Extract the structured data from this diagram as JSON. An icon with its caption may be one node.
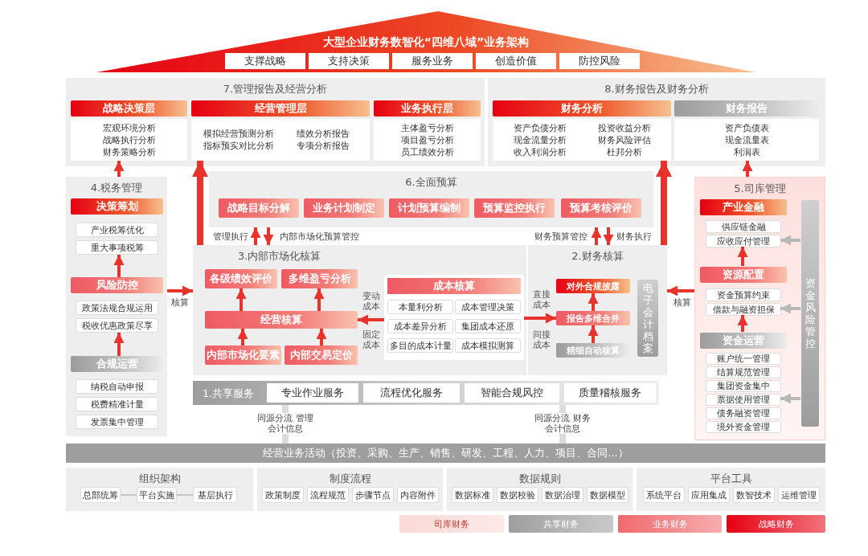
{
  "diagram": {
    "nodes": [
      {
        "text": [
          "大型企业财务数智化“四维八域”业务架构"
        ]
      },
      {
        "text": [
          "支撑战略"
        ],
        "in": 0
      },
      {
        "text": [
          "支持决策"
        ],
        "in": 0
      },
      {
        "text": [
          "服务业务"
        ],
        "in": 0
      },
      {
        "text": [
          "创造价值"
        ],
        "in": 0
      },
      {
        "text": [
          "防控风险"
        ],
        "in": 0
      },
      {
        "text": [
          "7.管理报告及经营分析"
        ]
      },
      {
        "text": [
          "战略决策层"
        ],
        "in": 6
      },
      {
        "text": [
          "宏观环境分析",
          "战略执行分析",
          "财务策略分析"
        ],
        "in": 6
      },
      {
        "text": [
          "经营管理层"
        ],
        "in": 6
      },
      {
        "text": [
          "模拟经营预测分析",
          "绩效分析报告",
          "指标预实对比分析",
          "专项分析报告"
        ],
        "in": 6
      },
      {
        "text": [
          "业务执行层"
        ],
        "in": 6
      },
      {
        "text": [
          "主体盈亏分析",
          "项目盈亏分析",
          "员工绩效分析"
        ],
        "in": 6
      },
      {
        "text": [
          "8.财务报告及财务分析"
        ]
      },
      {
        "text": [
          "财务分析"
        ],
        "in": 13
      },
      {
        "text": [
          "资产负债分析",
          "投资收益分析",
          "现金流量分析",
          "财务风险评估",
          "收入利润分析",
          "杜邦分析"
        ],
        "in": 13
      },
      {
        "text": [
          "财务报告"
        ],
        "in": 13
      },
      {
        "text": [
          "资产负债表",
          "现金流量表",
          "利润表"
        ],
        "in": 13
      },
      {
        "text": [
          "4.税务管理"
        ]
      },
      {
        "text": [
          "决策筹划"
        ],
        "in": 18
      },
      {
        "text": [
          "产业税筹优化"
        ],
        "in": 18
      },
      {
        "text": [
          "重大事项税筹"
        ],
        "in": 18
      },
      {
        "text": [
          "风险防控"
        ],
        "in": 18
      },
      {
        "text": [
          "政策法规合规运用"
        ],
        "in": 18
      },
      {
        "text": [
          "税收优惠政策尽享"
        ],
        "in": 18
      },
      {
        "text": [
          "合规运营"
        ],
        "in": 18
      },
      {
        "text": [
          "纳税自动申报"
        ],
        "in": 18
      },
      {
        "text": [
          "税费精准计量"
        ],
        "in": 18
      },
      {
        "text": [
          "发票集中管理"
        ],
        "in": 18
      },
      {
        "text": [
          "6.全面预算"
        ]
      },
      {
        "text": [
          "战略目标分解"
        ],
        "in": 29
      },
      {
        "text": [
          "业务计划制定"
        ],
        "in": 29
      },
      {
        "text": [
          "计划预算编制"
        ],
        "in": 29
      },
      {
        "text": [
          "预算监控执行"
        ],
        "in": 29
      },
      {
        "text": [
          "预算考核评价"
        ],
        "in": 29
      },
      {
        "text": [
          "3.内部市场化核算"
        ]
      },
      {
        "text": [
          "各级绩效评价"
        ],
        "in": 35
      },
      {
        "text": [
          "多维盈亏分析"
        ],
        "in": 35
      },
      {
        "text": [
          "经营核算"
        ],
        "in": 35
      },
      {
        "text": [
          "内部市场化要素"
        ],
        "in": 35
      },
      {
        "text": [
          "内部交易定价"
        ],
        "in": 35
      },
      {
        "text": [
          "成本核算"
        ],
        "in": 35
      },
      {
        "text": [
          "本量利分析"
        ],
        "in": 41
      },
      {
        "text": [
          "成本管理决策"
        ],
        "in": 41
      },
      {
        "text": [
          "成本差异分析"
        ],
        "in": 41
      },
      {
        "text": [
          "集团成本还原"
        ],
        "in": 41
      },
      {
        "text": [
          "多目的成本计量"
        ],
        "in": 41
      },
      {
        "text": [
          "成本模拟测算"
        ],
        "in": 41
      },
      {
        "text": [
          "2.财务核算"
        ]
      },
      {
        "text": [
          "对外合规披露"
        ],
        "in": 48
      },
      {
        "text": [
          "报告多维合并"
        ],
        "in": 48
      },
      {
        "text": [
          "精细自动核算"
        ],
        "in": 48
      },
      {
        "text": [
          "电子会计档案"
        ],
        "in": 48
      },
      {
        "text": [
          "1.共享服务"
        ]
      },
      {
        "text": [
          "专业作业服务"
        ],
        "in": 53
      },
      {
        "text": [
          "流程优化服务"
        ],
        "in": 53
      },
      {
        "text": [
          "智能合规风控"
        ],
        "in": 53
      },
      {
        "text": [
          "质量稽核服务"
        ],
        "in": 53
      },
      {
        "text": [
          "5.司库管理"
        ]
      },
      {
        "text": [
          "产业金融"
        ],
        "in": 58
      },
      {
        "text": [
          "供应链金融"
        ],
        "in": 58
      },
      {
        "text": [
          "应收应付管理"
        ],
        "in": 58
      },
      {
        "text": [
          "资源配置"
        ],
        "in": 58
      },
      {
        "text": [
          "资金预算约束"
        ],
        "in": 58
      },
      {
        "text": [
          "借款与融资担保"
        ],
        "in": 58
      },
      {
        "text": [
          "资金运营"
        ],
        "in": 58
      },
      {
        "text": [
          "账户统一管理"
        ],
        "in": 58
      },
      {
        "text": [
          "结算规范管理"
        ],
        "in": 58
      },
      {
        "text": [
          "集团资金集中"
        ],
        "in": 58
      },
      {
        "text": [
          "票据使用管理"
        ],
        "in": 58
      },
      {
        "text": [
          "债务融资管理"
        ],
        "in": 58
      },
      {
        "text": [
          "境外资金管理"
        ],
        "in": 58
      },
      {
        "text": [
          "资金风险管控"
        ],
        "in": 58
      },
      {
        "text": [
          "经营业务活动（投资、采购、生产、销售、研发、工程、人力、项目、合同...）"
        ]
      },
      {
        "text": [
          "组织架构"
        ]
      },
      {
        "text": [
          "总部统筹"
        ],
        "in": 74
      },
      {
        "text": [
          "平台实施"
        ],
        "in": 74
      },
      {
        "text": [
          "基层执行"
        ],
        "in": 74
      },
      {
        "text": [
          "制度流程"
        ]
      },
      {
        "text": [
          "政策制度"
        ],
        "in": 78
      },
      {
        "text": [
          "流程规范"
        ],
        "in": 78
      },
      {
        "text": [
          "步骤节点"
        ],
        "in": 78
      },
      {
        "text": [
          "内容附件"
        ],
        "in": 78
      },
      {
        "text": [
          "数据规则"
        ]
      },
      {
        "text": [
          "数据标准"
        ],
        "in": 83
      },
      {
        "text": [
          "数据校验"
        ],
        "in": 83
      },
      {
        "text": [
          "数据治理"
        ],
        "in": 83
      },
      {
        "text": [
          "数据模型"
        ],
        "in": 83
      },
      {
        "text": [
          "平台工具"
        ]
      },
      {
        "text": [
          "系统平台"
        ],
        "in": 88
      },
      {
        "text": [
          "应用集成"
        ],
        "in": 88
      },
      {
        "text": [
          "数智技术"
        ],
        "in": 88
      },
      {
        "text": [
          "运维管理"
        ],
        "in": 88
      }
    ],
    "edges": [
      {
        "from": 18,
        "to": 8,
        "arrow": "to"
      },
      {
        "from": 35,
        "to": 10,
        "arrow": "to",
        "style": "thick"
      },
      {
        "from": 48,
        "to": 15,
        "arrow": "to",
        "style": "thick"
      },
      {
        "from": 58,
        "to": 17,
        "arrow": "to"
      },
      {
        "from": 35,
        "to": 29,
        "arrow": "to",
        "label": "管理执行"
      },
      {
        "from": 29,
        "to": 35,
        "arrow": "to",
        "label": "内部市场化预算管控"
      },
      {
        "from": 48,
        "to": 29,
        "arrow": "to",
        "label": "财务预算管控"
      },
      {
        "from": 29,
        "to": 48,
        "arrow": "to",
        "label": "财务执行"
      },
      {
        "from": 22,
        "to": 21,
        "arrow": "to"
      },
      {
        "from": 25,
        "to": 24,
        "arrow": "to"
      },
      {
        "from": 18,
        "to": 35,
        "arrow": "to",
        "label": "核算"
      },
      {
        "from": 38,
        "to": 36,
        "arrow": "to"
      },
      {
        "from": 38,
        "to": 37,
        "arrow": "to"
      },
      {
        "from": 39,
        "to": 38,
        "arrow": "to"
      },
      {
        "from": 40,
        "to": 38,
        "arrow": "to"
      },
      {
        "from": 41,
        "to": 38,
        "arrow": "to"
      },
      {
        "from": 41,
        "to": 50,
        "arrow": "to"
      },
      {
        "from": 51,
        "to": 50,
        "arrow": "to"
      },
      {
        "from": 50,
        "to": 49,
        "arrow": "to"
      },
      {
        "from": 58,
        "to": 48,
        "arrow": "to",
        "label": "核算"
      },
      {
        "from": 62,
        "to": 61,
        "arrow": "to"
      },
      {
        "from": 65,
        "to": 64,
        "arrow": "to"
      },
      {
        "from": 72,
        "to": 61,
        "arrow": "to",
        "color": "#b8b8b8"
      },
      {
        "from": 72,
        "to": 64,
        "arrow": "to",
        "color": "#b8b8b8"
      },
      {
        "from": 72,
        "to": 69,
        "arrow": "to",
        "color": "#b8b8b8"
      },
      {
        "from": 75,
        "to": 76,
        "arrow": "none",
        "color": "#b8b8b8"
      },
      {
        "from": 76,
        "to": 77,
        "arrow": "none",
        "color": "#b8b8b8"
      },
      {
        "from": 73,
        "to": 53,
        "arrow": "to",
        "label": "同源分流 管理会计信息",
        "style": "thick",
        "color": "#dcdcdc"
      },
      {
        "from": 73,
        "to": 53,
        "arrow": "to",
        "label": "同源分流 财务会计信息",
        "style": "thick",
        "color": "#dcdcdc"
      }
    ],
    "labels": [
      "变动成本",
      "固定成本",
      "直接成本",
      "间接成本"
    ],
    "legend": [
      {
        "text": "司库财务",
        "color": "#fbd9d6"
      },
      {
        "text": "共享财务",
        "color": "#9e9e9e"
      },
      {
        "text": "业务财务",
        "color": "#f06a6e"
      },
      {
        "text": "战略财务",
        "color": "#e60012"
      }
    ]
  }
}
